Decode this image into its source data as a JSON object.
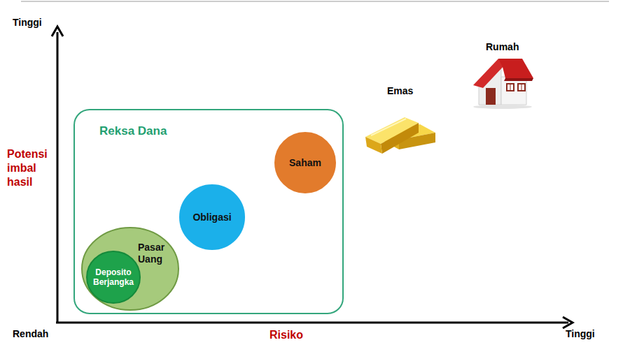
{
  "diagram": {
    "nodes": [
      {
        "text": [
          "Reksa Dana"
        ]
      },
      {
        "text": [
          "Pasar Uang"
        ],
        "in": 0
      },
      {
        "text": [
          "Deposito Berjangka"
        ],
        "in": 1
      },
      {
        "text": [
          "Obligasi"
        ],
        "in": 0
      },
      {
        "text": [
          "Saham"
        ],
        "in": 0
      }
    ],
    "labels": [
      "Tinggi",
      "Potensi imbal hasil",
      "Rendah",
      "Risiko",
      "Tinggi",
      "Emas",
      "Rumah"
    ]
  }
}
